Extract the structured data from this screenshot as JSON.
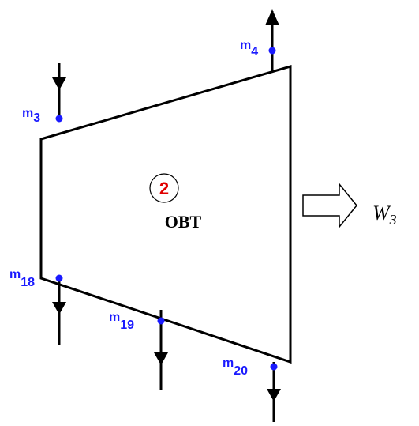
{
  "turbine": {
    "number": "2",
    "name": "OBT",
    "outline_color": "#000000",
    "badge_color": "#e00000"
  },
  "streams": [
    {
      "id": "m3",
      "base": "m",
      "sub": "3"
    },
    {
      "id": "m4",
      "base": "m",
      "sub": "4"
    },
    {
      "id": "m18",
      "base": "m",
      "sub": "18"
    },
    {
      "id": "m19",
      "base": "m",
      "sub": "19"
    },
    {
      "id": "m20",
      "base": "m",
      "sub": "20"
    }
  ],
  "work": {
    "base": "W",
    "sub": "3"
  },
  "colors": {
    "stream_label": "#1a1aff",
    "node_dot": "#1a1aff",
    "lines": "#000000"
  }
}
